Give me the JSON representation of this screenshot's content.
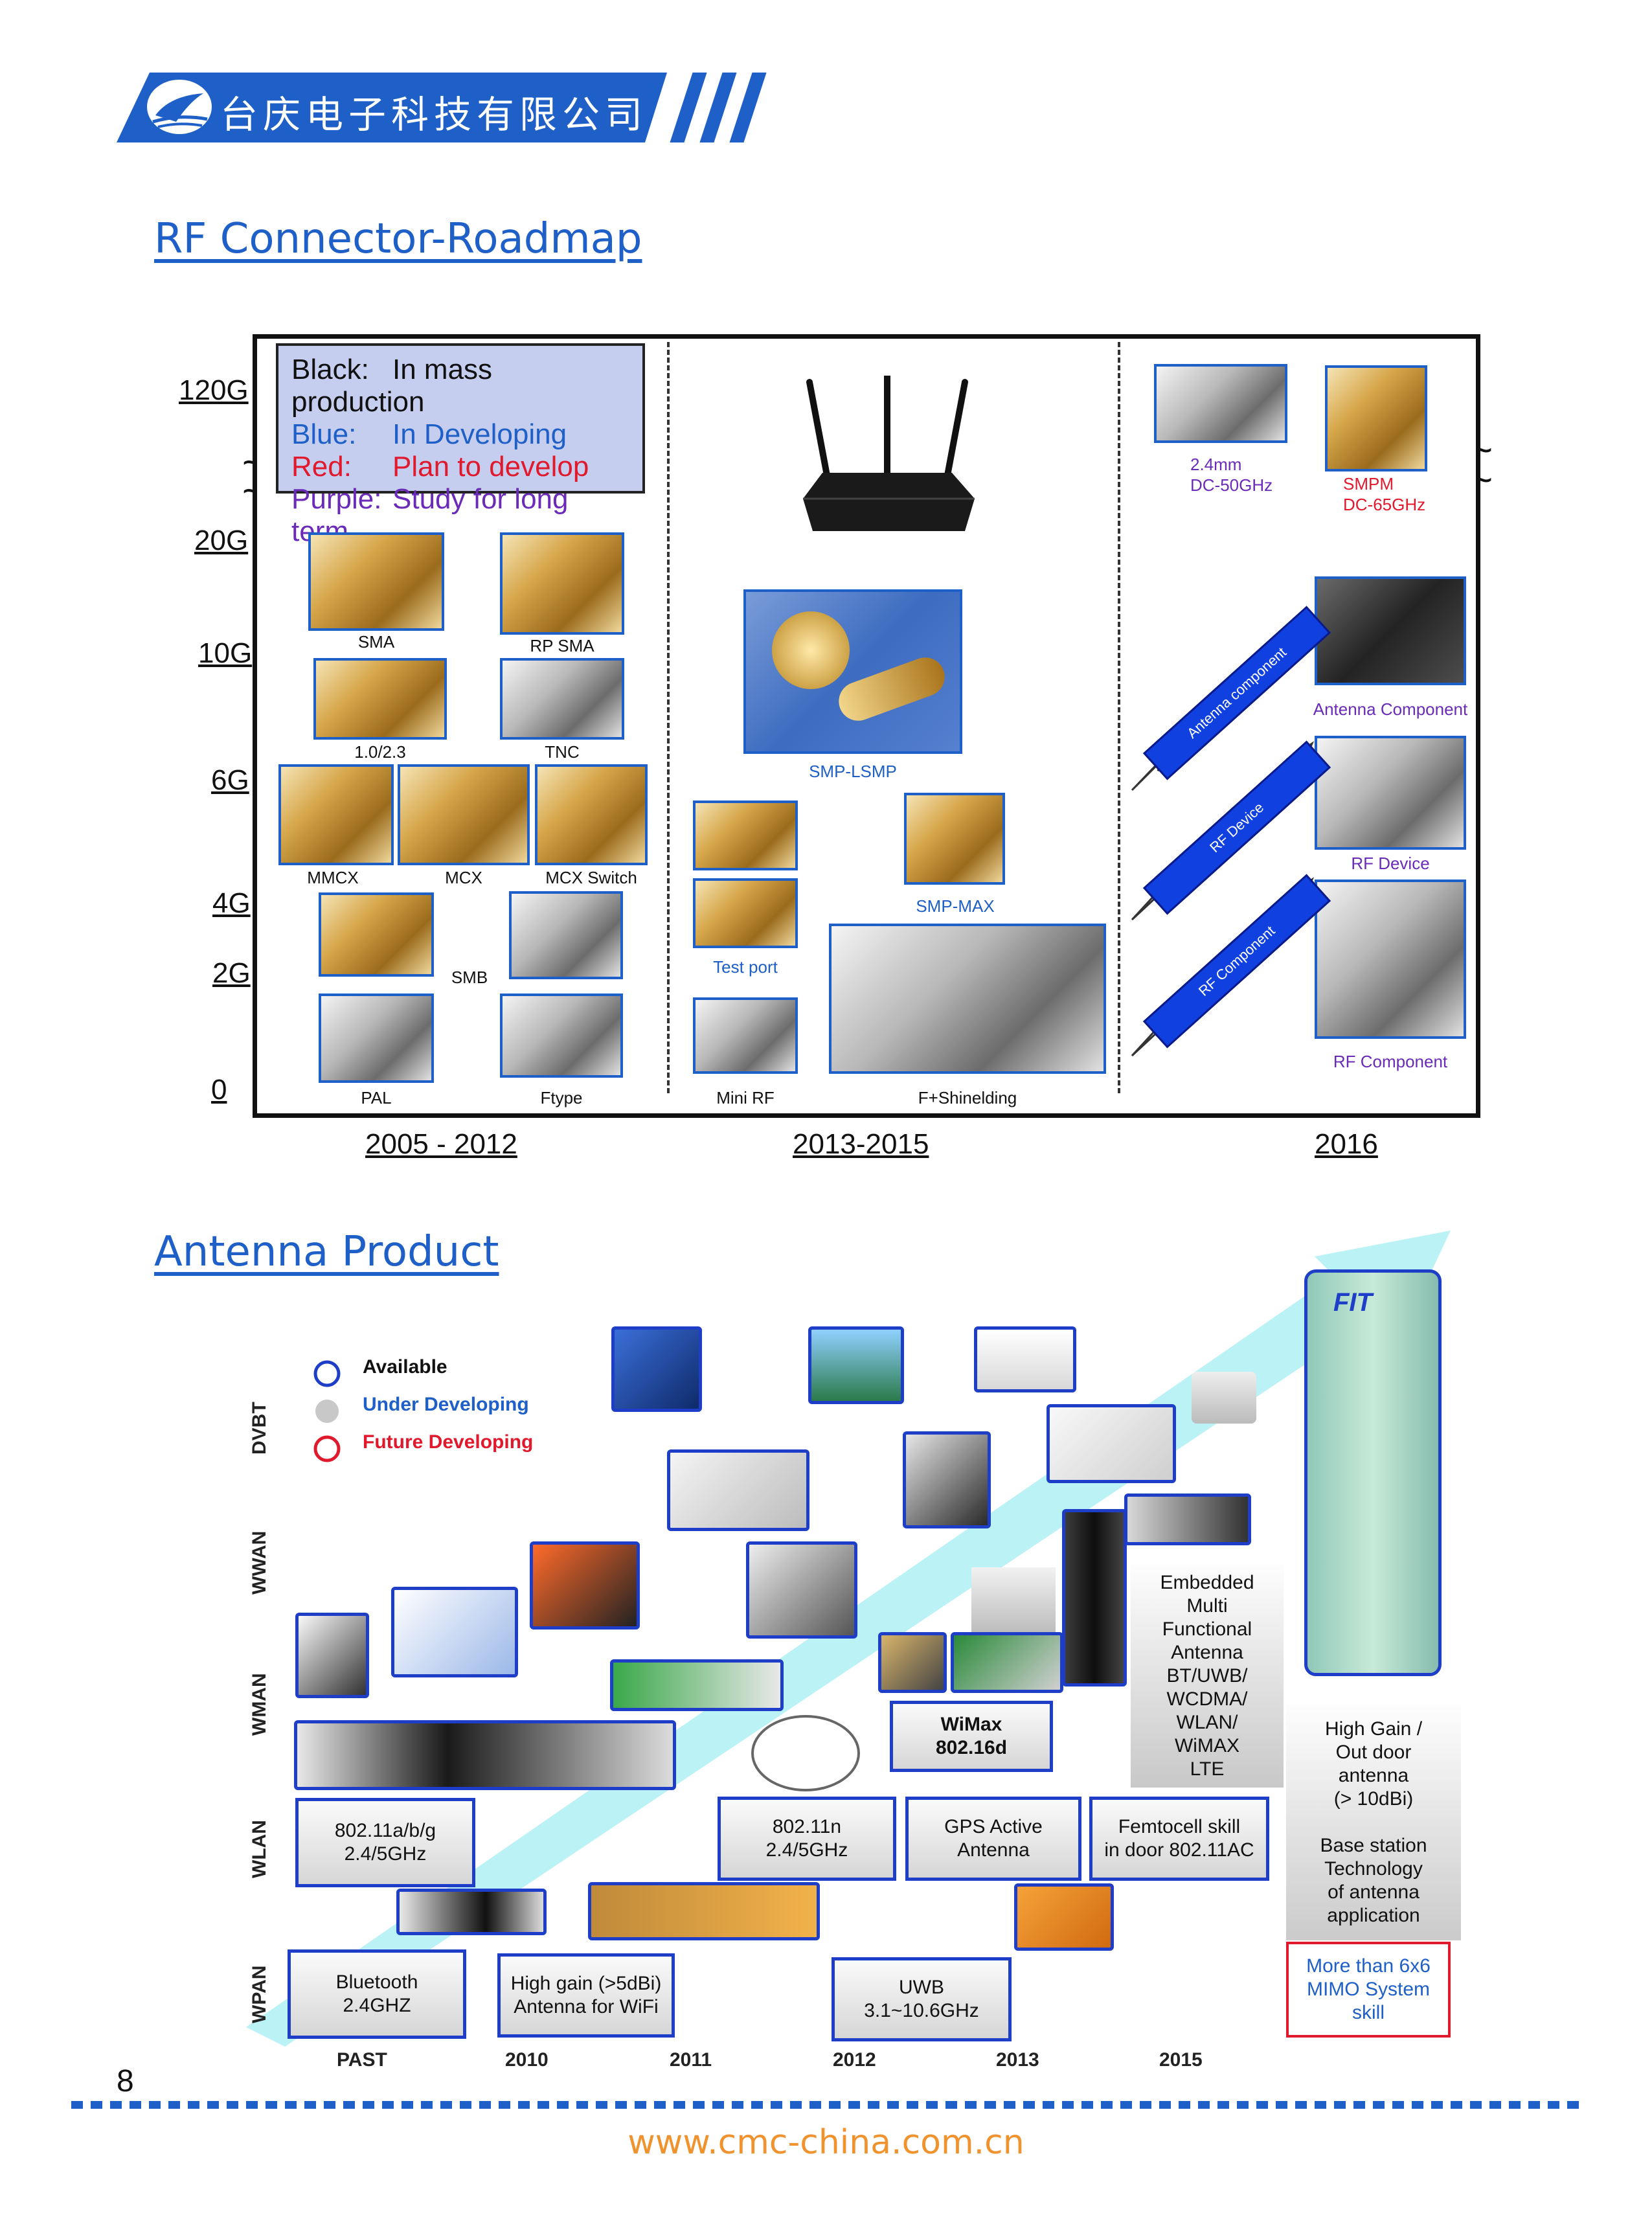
{
  "header": {
    "company": "台庆电子科技有限公司",
    "logo_text": "FIT"
  },
  "roadmap": {
    "title": "RF Connector-Roadmap",
    "legend": [
      {
        "key": "Black:",
        "value": "In mass production",
        "color": "#111111"
      },
      {
        "key": "Blue:",
        "value": "In Developing",
        "color": "#1e5fc8"
      },
      {
        "key": "Red:",
        "value": "Plan to develop",
        "color": "#e0192c"
      },
      {
        "key": "Purple:",
        "value": "Study for long term",
        "color": "#6a2bb8"
      }
    ],
    "y_labels": [
      "120G",
      "20G",
      "10G",
      "6G",
      "4G",
      "2G",
      "0"
    ],
    "periods": [
      "2005 - 2012",
      "2013-2015",
      "2016"
    ],
    "p1": [
      "SMA",
      "RP SMA",
      "1.0/2.3",
      "TNC",
      "MMCX",
      "MCX",
      "MCX Switch",
      "SMB",
      "PAL",
      "Ftype"
    ],
    "p2": [
      "SMP-LSMP",
      "Test port",
      "SMP-MAX",
      "Mini RF",
      "F+Shinelding"
    ],
    "p3": {
      "c1_line1": "2.4mm",
      "c1_line2": "DC-50GHz",
      "c2_line1": "SMPM",
      "c2_line2": "DC-65GHz",
      "antenna_component": "Antenna  Component",
      "rf_device": "RF Device",
      "rf_component": "RF Component",
      "arrow1": "Antenna component",
      "arrow2": "RF Device",
      "arrow3": "RF Component"
    }
  },
  "antenna": {
    "title": "Antenna Product",
    "legend": [
      {
        "label": "Available",
        "color": "#111111"
      },
      {
        "label": "Under Developing",
        "color": "#1e5fc8"
      },
      {
        "label": "Future Developing",
        "color": "#e0192c"
      }
    ],
    "rows": [
      "DVBT",
      "WWAN",
      "WMAN",
      "WLAN",
      "WPAN"
    ],
    "years": [
      "PAST",
      "2010",
      "2011",
      "2012",
      "2013",
      "2015"
    ],
    "cards": {
      "wlan_past": "802.11a/b/g\n2.4/5GHz",
      "bt": "Bluetooth\n2.4GHZ",
      "hg_wifi": "High gain (>5dBi)\nAntenna for WiFi",
      "n": "802.11n\n2.4/5GHz",
      "gps": "GPS Active\nAntenna",
      "femto": "Femtocell skill\nin door 802.11AC",
      "uwb": "UWB\n3.1~10.6GHz",
      "wimax": "WiMax\n802.16d",
      "embedded": "Embedded\nMulti\nFunctional\nAntenna\nBT/UWB/\nWCDMA/\nWLAN/\nWiMAX\nLTE",
      "highgain": "High Gain /\nOut door\nantenna\n(> 10dBi)\n\nBase station\nTechnology\nof antenna\napplication",
      "mimo": "More than 6x6\nMIMO System\nskill"
    }
  },
  "page_number": "8",
  "footer_url": "www.cmc-china.com.cn"
}
